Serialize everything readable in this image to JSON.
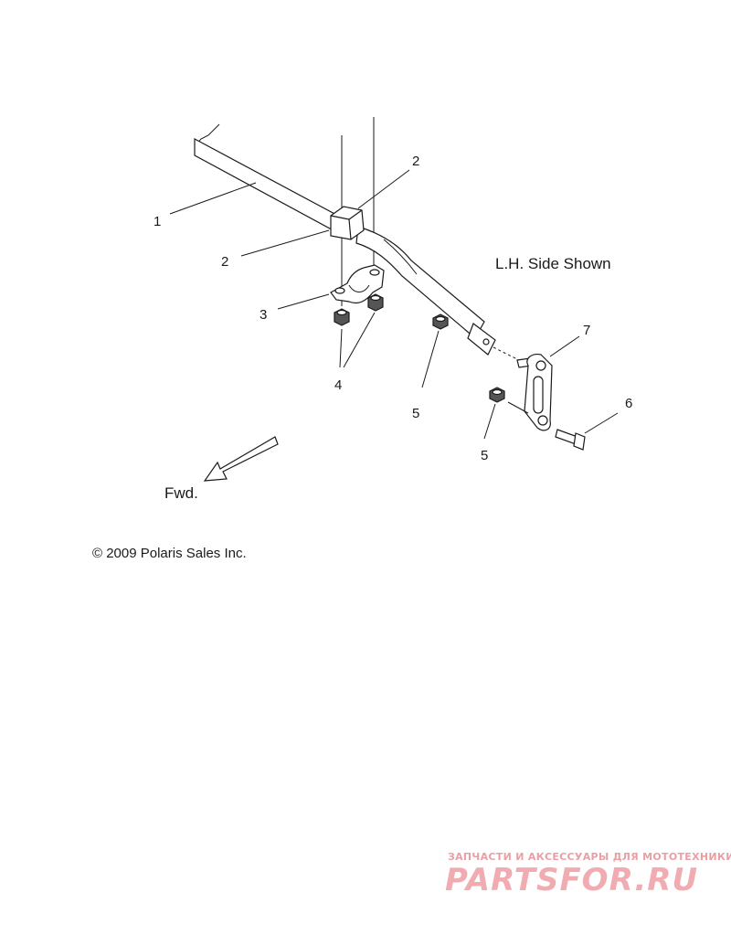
{
  "callouts": {
    "c1": "1",
    "c2a": "2",
    "c2b": "2",
    "c3": "3",
    "c4": "4",
    "c5a": "5",
    "c5b": "5",
    "c6": "6",
    "c7": "7"
  },
  "note": "L.H. Side Shown",
  "direction": "Fwd.",
  "copyright": "© 2009 Polaris Sales Inc.",
  "watermark": {
    "tagline": "ЗАПЧАСТИ И АКСЕССУАРЫ ДЛЯ МОТОТЕХНИКИ",
    "logo": "PARTSFOR.RU"
  },
  "colors": {
    "line": "#1a1a1a",
    "watermark": "#e46a72"
  }
}
